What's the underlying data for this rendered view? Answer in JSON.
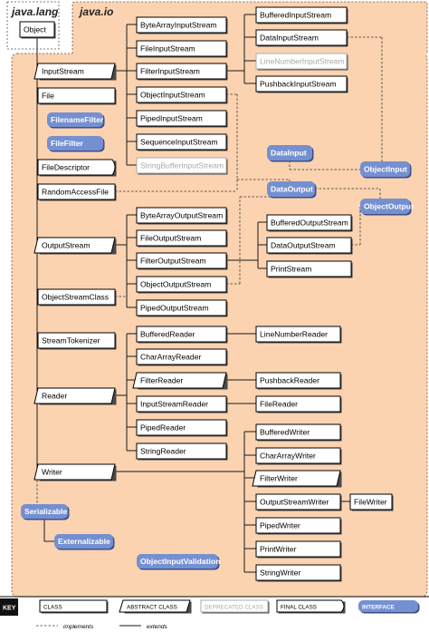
{
  "packages": {
    "lang": "java.lang",
    "io": "java.io"
  },
  "colors": {
    "region": "#fbd3b0",
    "interface": "#7590d1",
    "deprecated": "#a9a9a9",
    "line": "#1a1a1a"
  },
  "nodes": {
    "object": "Object",
    "input_stream": "InputStream",
    "file": "File",
    "filename_filter": "FilenameFilter",
    "file_filter": "FileFilter",
    "file_descriptor": "FileDescriptor",
    "random_access_file": "RandomAccessFile",
    "output_stream": "OutputStream",
    "object_stream_class": "ObjectStreamClass",
    "stream_tokenizer": "StreamTokenizer",
    "reader": "Reader",
    "writer": "Writer",
    "serializable": "Serializable",
    "externalizable": "Externalizable",
    "object_input_validation": "ObjectInputValidation",
    "byte_array_input_stream": "ByteArrayInputStream",
    "file_input_stream": "FileInputStream",
    "filter_input_stream": "FilterInputStream",
    "object_input_stream": "ObjectInputStream",
    "piped_input_stream": "PipedInputStream",
    "sequence_input_stream": "SequenceInputStream",
    "string_buffer_input_stream": "StringBufferInputStream",
    "buffered_input_stream": "BufferedInputStream",
    "data_input_stream": "DataInputStream",
    "line_number_input_stream": "LineNumberInputStream",
    "pushback_input_stream": "PushbackInputStream",
    "data_input": "DataInput",
    "object_input": "ObjectInput",
    "data_output": "DataOutput",
    "object_output": "ObjectOutput",
    "byte_array_output_stream": "ByteArrayOutputStream",
    "file_output_stream": "FileOutputStream",
    "filter_output_stream": "FilterOutputStream",
    "object_output_stream": "ObjectOutputStream",
    "piped_output_stream": "PipedOutputStream",
    "buffered_output_stream": "BufferedOutputStream",
    "data_output_stream": "DataOutputStream",
    "print_stream": "PrintStream",
    "buffered_reader": "BufferedReader",
    "line_number_reader": "LineNumberReader",
    "char_array_reader": "CharArrayReader",
    "filter_reader": "FilterReader",
    "pushback_reader": "PushbackReader",
    "input_stream_reader": "InputStreamReader",
    "file_reader": "FileReader",
    "piped_reader": "PipedReader",
    "string_reader": "StringReader",
    "buffered_writer": "BufferedWriter",
    "char_array_writer": "CharArrayWriter",
    "filter_writer": "FilterWriter",
    "output_stream_writer": "OutputStreamWriter",
    "file_writer": "FileWriter",
    "piped_writer": "PipedWriter",
    "print_writer": "PrintWriter",
    "string_writer": "StringWriter"
  },
  "key": {
    "title": "KEY",
    "class": "CLASS",
    "abstract_class": "ABSTRACT CLASS",
    "deprecated": "DEPRECATED CLASS",
    "final_class": "FINAL CLASS",
    "interface": "INTERFACE",
    "implements": "implements",
    "extends": "extends"
  }
}
